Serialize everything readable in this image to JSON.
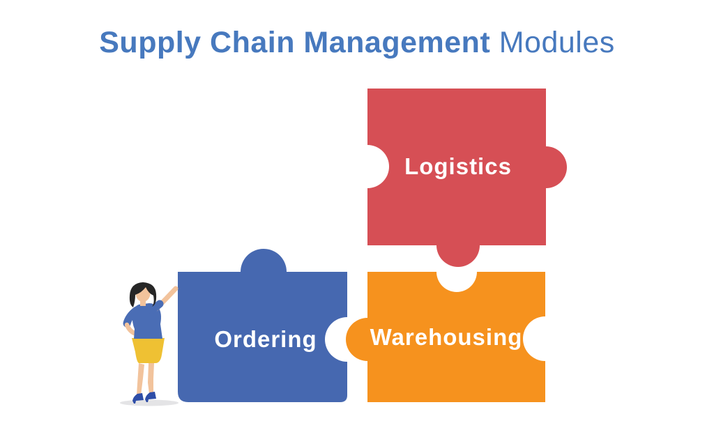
{
  "title": {
    "bold": "Supply Chain Management",
    "light": " Modules",
    "color": "#4779BE"
  },
  "modules": [
    {
      "id": "logistics",
      "label": "Logistics",
      "color": "#D64F55"
    },
    {
      "id": "ordering",
      "label": "Ordering",
      "color": "#4668B0"
    },
    {
      "id": "warehousing",
      "label": "Warehousing",
      "color": "#F6921E"
    }
  ],
  "illustration": {
    "name": "woman-presenting",
    "colors": {
      "skin": "#F2C39C",
      "hair": "#262626",
      "top": "#4A6DB5",
      "skirt": "#EFC133",
      "shoes": "#2E4DA7",
      "shadow": "#E4E4E6"
    }
  }
}
